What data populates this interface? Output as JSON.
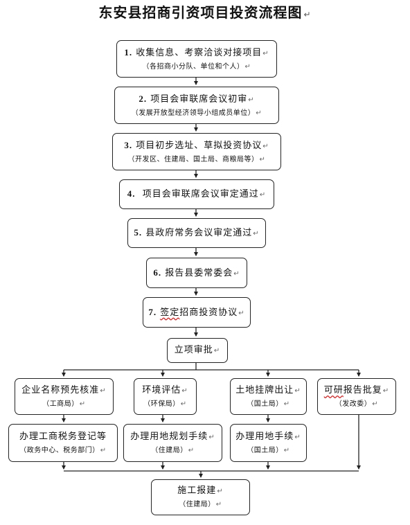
{
  "title": "东安县招商引资项目投资流程图",
  "paragraph_mark": "↵",
  "steps": [
    {
      "num": "1.",
      "label": "收集信息、考察洽谈对接项目",
      "sub": "（各招商小分队、单位和个人）"
    },
    {
      "num": "2.",
      "label": "项目会审联席会议初审",
      "sub": "（发展开放型经济领导小组成员单位）"
    },
    {
      "num": "3.",
      "label": "项目初步选址、草拟投资协议",
      "sub": "（开发区、住建局、国土局、商粮局等）"
    },
    {
      "num": "4.",
      "label": "项目会审联席会议审定通过"
    },
    {
      "num": "5.",
      "label": "县政府常务会议审定通过"
    },
    {
      "num": "6.",
      "label": "报告县委常委会"
    },
    {
      "num": "7.",
      "label_marked": "签定",
      "label_rest": "招商投资协议"
    },
    {
      "label": "立项审批"
    }
  ],
  "branches": [
    {
      "label": "企业名称预先核准",
      "sub": "（工商局）"
    },
    {
      "label": "环境评估",
      "sub": "（环保局）"
    },
    {
      "label": "土地挂牌出让",
      "sub": "（国土局）"
    },
    {
      "label_marked": "可研",
      "label_rest": "报告批复",
      "sub": "（发改委）"
    }
  ],
  "sub_steps": [
    {
      "label": "办理工商税务登记等",
      "sub": "（政务中心、税务部门）"
    },
    {
      "label": "办理用地规划手续",
      "sub": "（住建局）"
    },
    {
      "label": "办理用地手续",
      "sub": "（国土局）"
    }
  ],
  "final": {
    "label": "施工报建",
    "sub": "（住建局）"
  }
}
